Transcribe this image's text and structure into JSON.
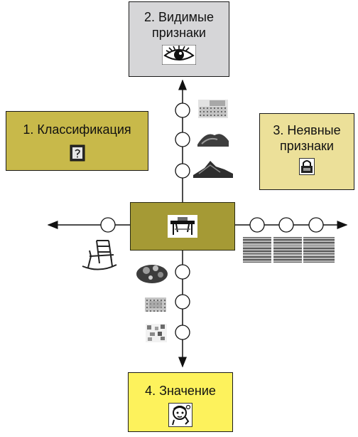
{
  "boxes": {
    "visible": {
      "line1": "2. Видимые",
      "line2": "признаки",
      "icon": "eye-icon",
      "color": "#d6d6d8"
    },
    "classification": {
      "line1": "1. Классификация",
      "icon": "book-icon",
      "color": "#c8b94a"
    },
    "implicit": {
      "line1": "3. Неявные",
      "line2": "признаки",
      "icon": "padlock-icon",
      "color": "#ece099"
    },
    "meaning": {
      "line1": "4. Значение",
      "icon": "thinking-person-icon",
      "color": "#fdf25c"
    },
    "center": {
      "icon": "table-icon",
      "color": "#a59a35"
    }
  },
  "icons": {
    "up_axis": [
      "textured-pattern-thumbnail",
      "terrain-mound-thumbnail",
      "landscape-thumbnail"
    ],
    "left_axis": [
      "rocking-chair-icon"
    ],
    "right_axis": [
      "striped-texture-1",
      "striped-texture-2",
      "striped-texture-3"
    ],
    "down_axis": [
      "bowl-of-fruit-thumbnail",
      "speckled-texture-thumbnail",
      "scattered-pattern-thumbnail"
    ]
  }
}
